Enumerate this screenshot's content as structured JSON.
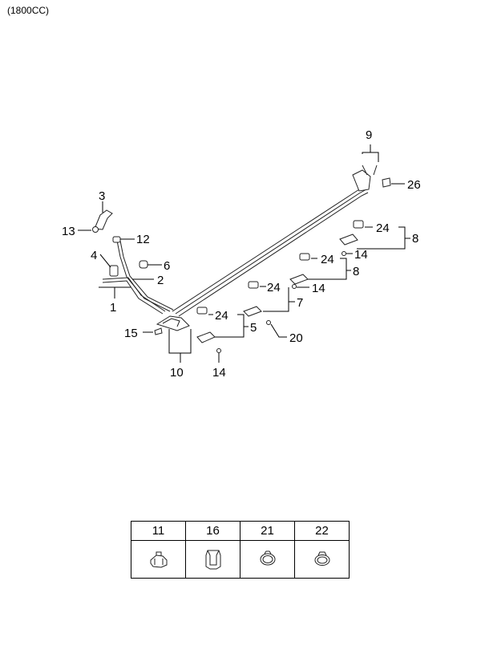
{
  "variant_label": "(1800CC)",
  "callouts": [
    "9",
    "26",
    "3",
    "24",
    "8",
    "13",
    "12",
    "14",
    "4",
    "6",
    "24",
    "8",
    "2",
    "24",
    "14",
    "1",
    "24",
    "7",
    "15",
    "5",
    "20",
    "10",
    "14"
  ],
  "legend": [
    {
      "number": "11",
      "icon": "clip-11-icon"
    },
    {
      "number": "16",
      "icon": "clip-16-icon"
    },
    {
      "number": "21",
      "icon": "clamp-21-icon"
    },
    {
      "number": "22",
      "icon": "clamp-22-icon"
    }
  ]
}
